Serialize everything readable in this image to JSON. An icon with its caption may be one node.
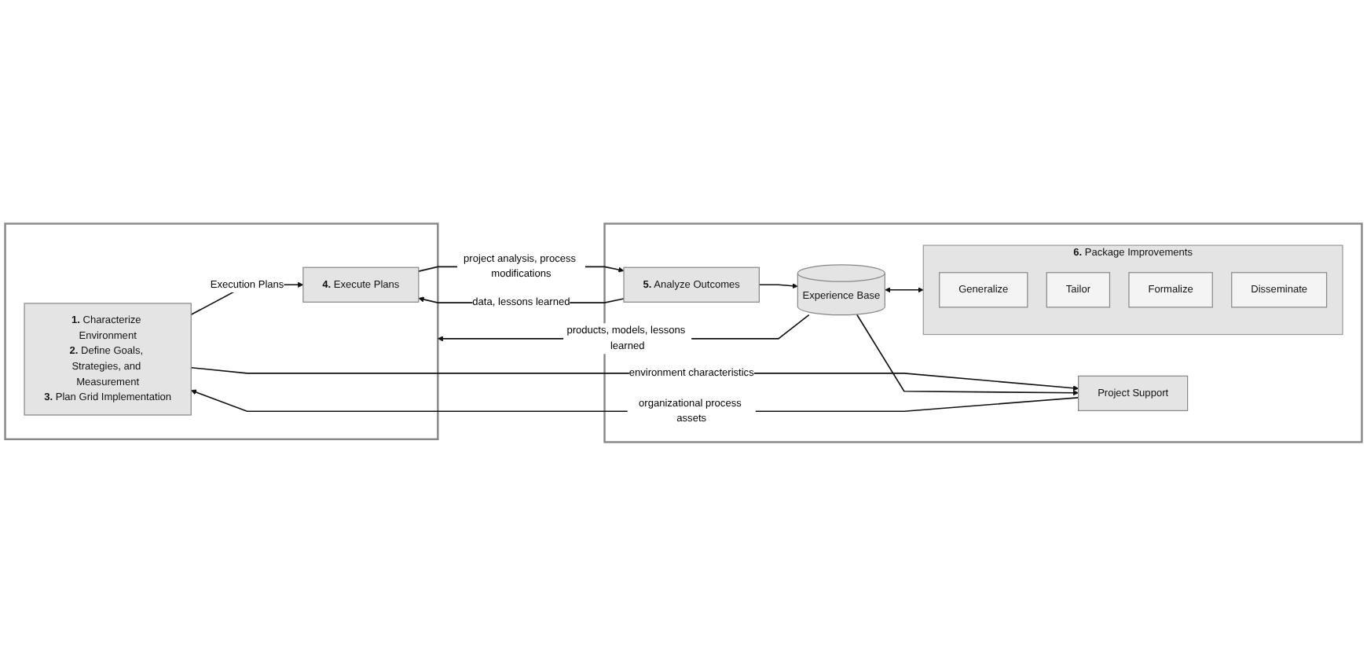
{
  "diagram": {
    "nodes": [
      {
        "text": [],
        "shape": "box"
      },
      {
        "text": [
          "**1.** Characterize Environment",
          "**2.** Define Goals, Strategies, and Measurement",
          "**3.** Plan Grid Implementation"
        ],
        "in": 0
      },
      {
        "text": [
          "**4.** Execute Plans"
        ],
        "in": 0
      },
      {
        "text": [],
        "shape": "box"
      },
      {
        "text": [
          "Project Support"
        ],
        "in": 3
      },
      {
        "text": [
          "Experience Base"
        ],
        "in": 3
      },
      {
        "text": [
          "**5.** Analyze Outcomes"
        ],
        "in": 3
      },
      {
        "text": [
          "**6.** Package Improvements"
        ],
        "in": 3
      },
      {
        "text": [
          "Generalize"
        ],
        "in": 7
      },
      {
        "text": [
          "Tailor"
        ],
        "in": 7
      },
      {
        "text": [
          "Formalize"
        ],
        "in": 7
      },
      {
        "text": [
          "Disseminate"
        ],
        "in": 7
      }
    ],
    "edges": [
      {
        "from": 1,
        "to": 4,
        "arrow": "to",
        "label": "environment characteristics"
      },
      {
        "from": 4,
        "to": 1,
        "arrow": "to",
        "label": "organizational process assets"
      },
      {
        "from": 5,
        "to": 0,
        "arrow": "to",
        "label": "products, models, lessons learned"
      },
      {
        "from": 1,
        "to": 2,
        "arrow": "to",
        "label": "Execution Plans"
      },
      {
        "from": 2,
        "to": 6,
        "arrow": "to",
        "label": "project analysis, process modifications"
      },
      {
        "from": 6,
        "to": 2,
        "arrow": "to",
        "label": "data, lessons learned"
      },
      {
        "from": 5,
        "to": 4,
        "arrow": "to"
      },
      {
        "from": 6,
        "to": 5,
        "arrow": "to"
      },
      {
        "from": 5,
        "to": 7,
        "arrow": "both"
      }
    ]
  }
}
